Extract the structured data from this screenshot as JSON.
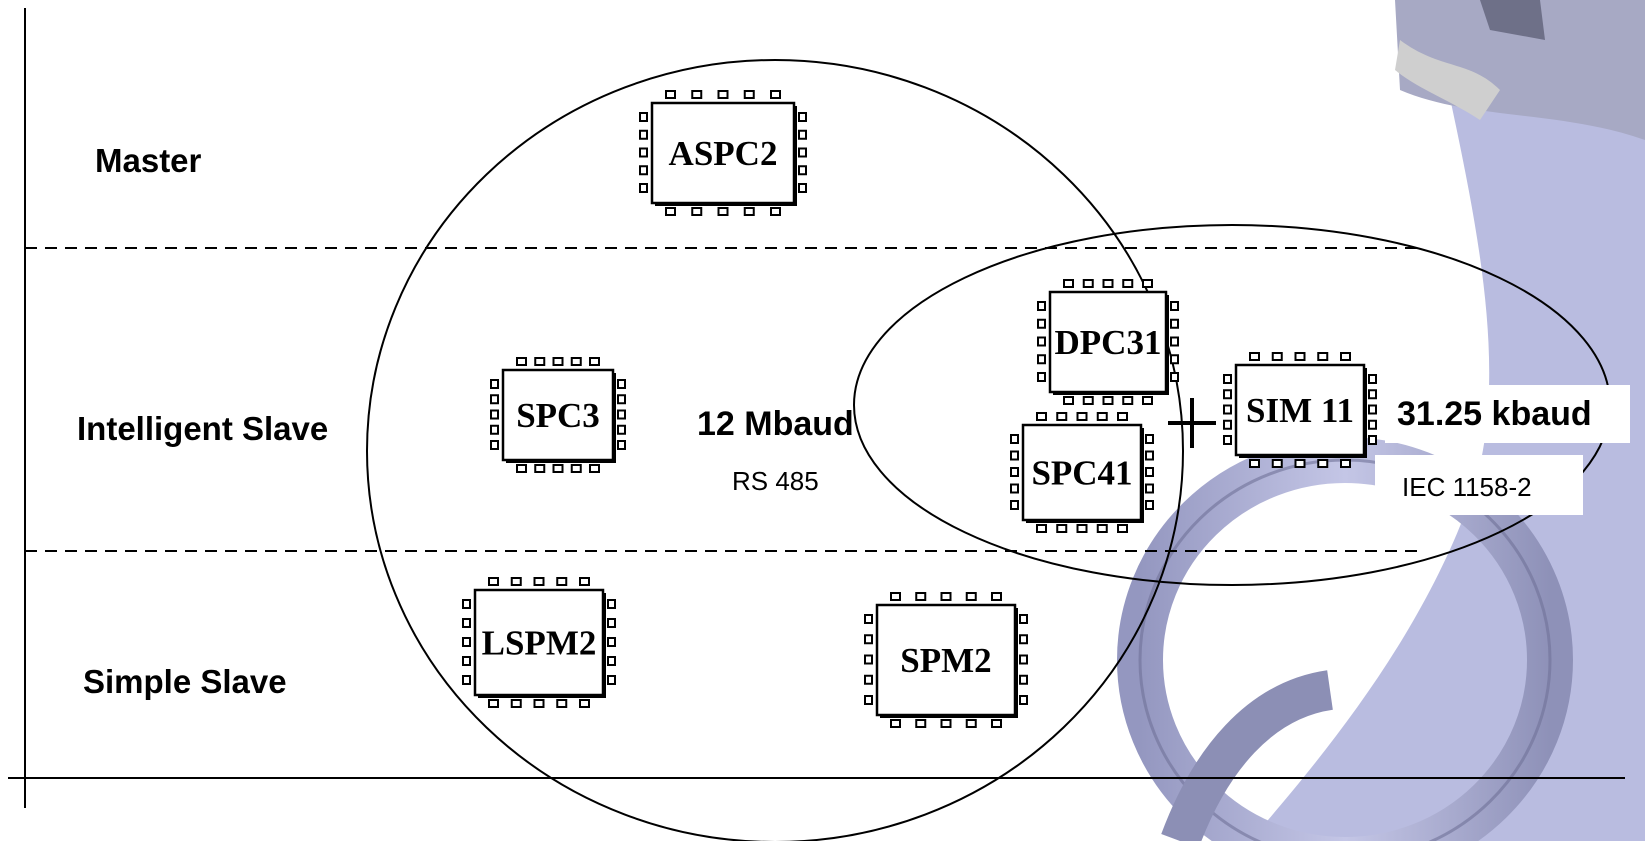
{
  "categories": {
    "master": "Master",
    "intelligent_slave": "Intelligent Slave",
    "simple_slave": "Simple Slave"
  },
  "chips": {
    "aspc2": "ASPC2",
    "spc3": "SPC3",
    "dpc31": "DPC31",
    "spc41": "SPC41",
    "sim11": "SIM 11",
    "lspm2": "LSPM2",
    "spm2": "SPM2"
  },
  "profibus_dp": {
    "speed": "12 Mbaud",
    "interface": "RS 485"
  },
  "profibus_pa": {
    "speed": "31.25 kbaud",
    "interface": "IEC 1158-2"
  },
  "plus_sign": "+",
  "colors": {
    "lines": "#000000",
    "background": "#ffffff",
    "cable": "#b3b6dc",
    "cable_shade": "#7f82a8"
  }
}
